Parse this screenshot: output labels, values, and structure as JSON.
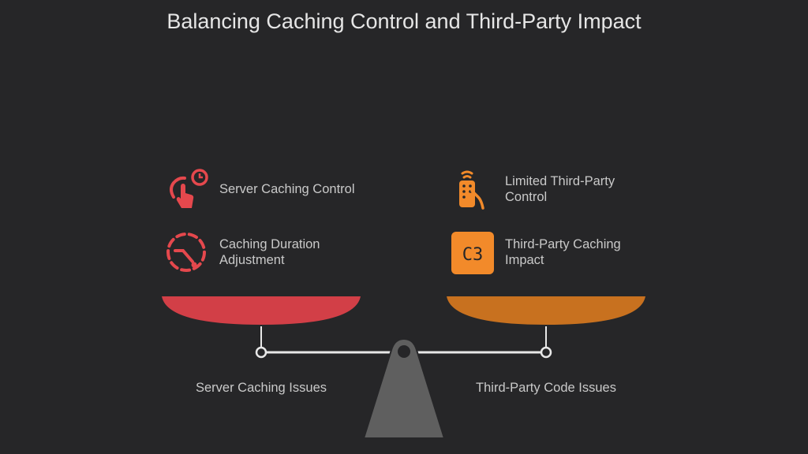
{
  "title": "Balancing Caching Control and Third-Party Impact",
  "colors": {
    "background": "#262628",
    "left_accent": "#e5484d",
    "left_pan": "#d23f47",
    "right_accent": "#f28a2a",
    "right_pan": "#c8711f",
    "fulcrum": "#5f5f5f",
    "beam": "#e8e8e8",
    "text": "#c9c9c9"
  },
  "left": {
    "items": [
      {
        "icon": "touch-timer-icon",
        "label": "Server Caching Control"
      },
      {
        "icon": "dashed-clock-icon",
        "label": "Caching Duration Adjustment"
      }
    ],
    "pan_label": "Server Caching Issues"
  },
  "right": {
    "items": [
      {
        "icon": "remote-control-icon",
        "label": "Limited Third-Party Control"
      },
      {
        "icon": "c3-badge-icon",
        "label": "Third-Party Caching Impact",
        "badge_text": "C3"
      }
    ],
    "pan_label": "Third-Party Code Issues"
  }
}
